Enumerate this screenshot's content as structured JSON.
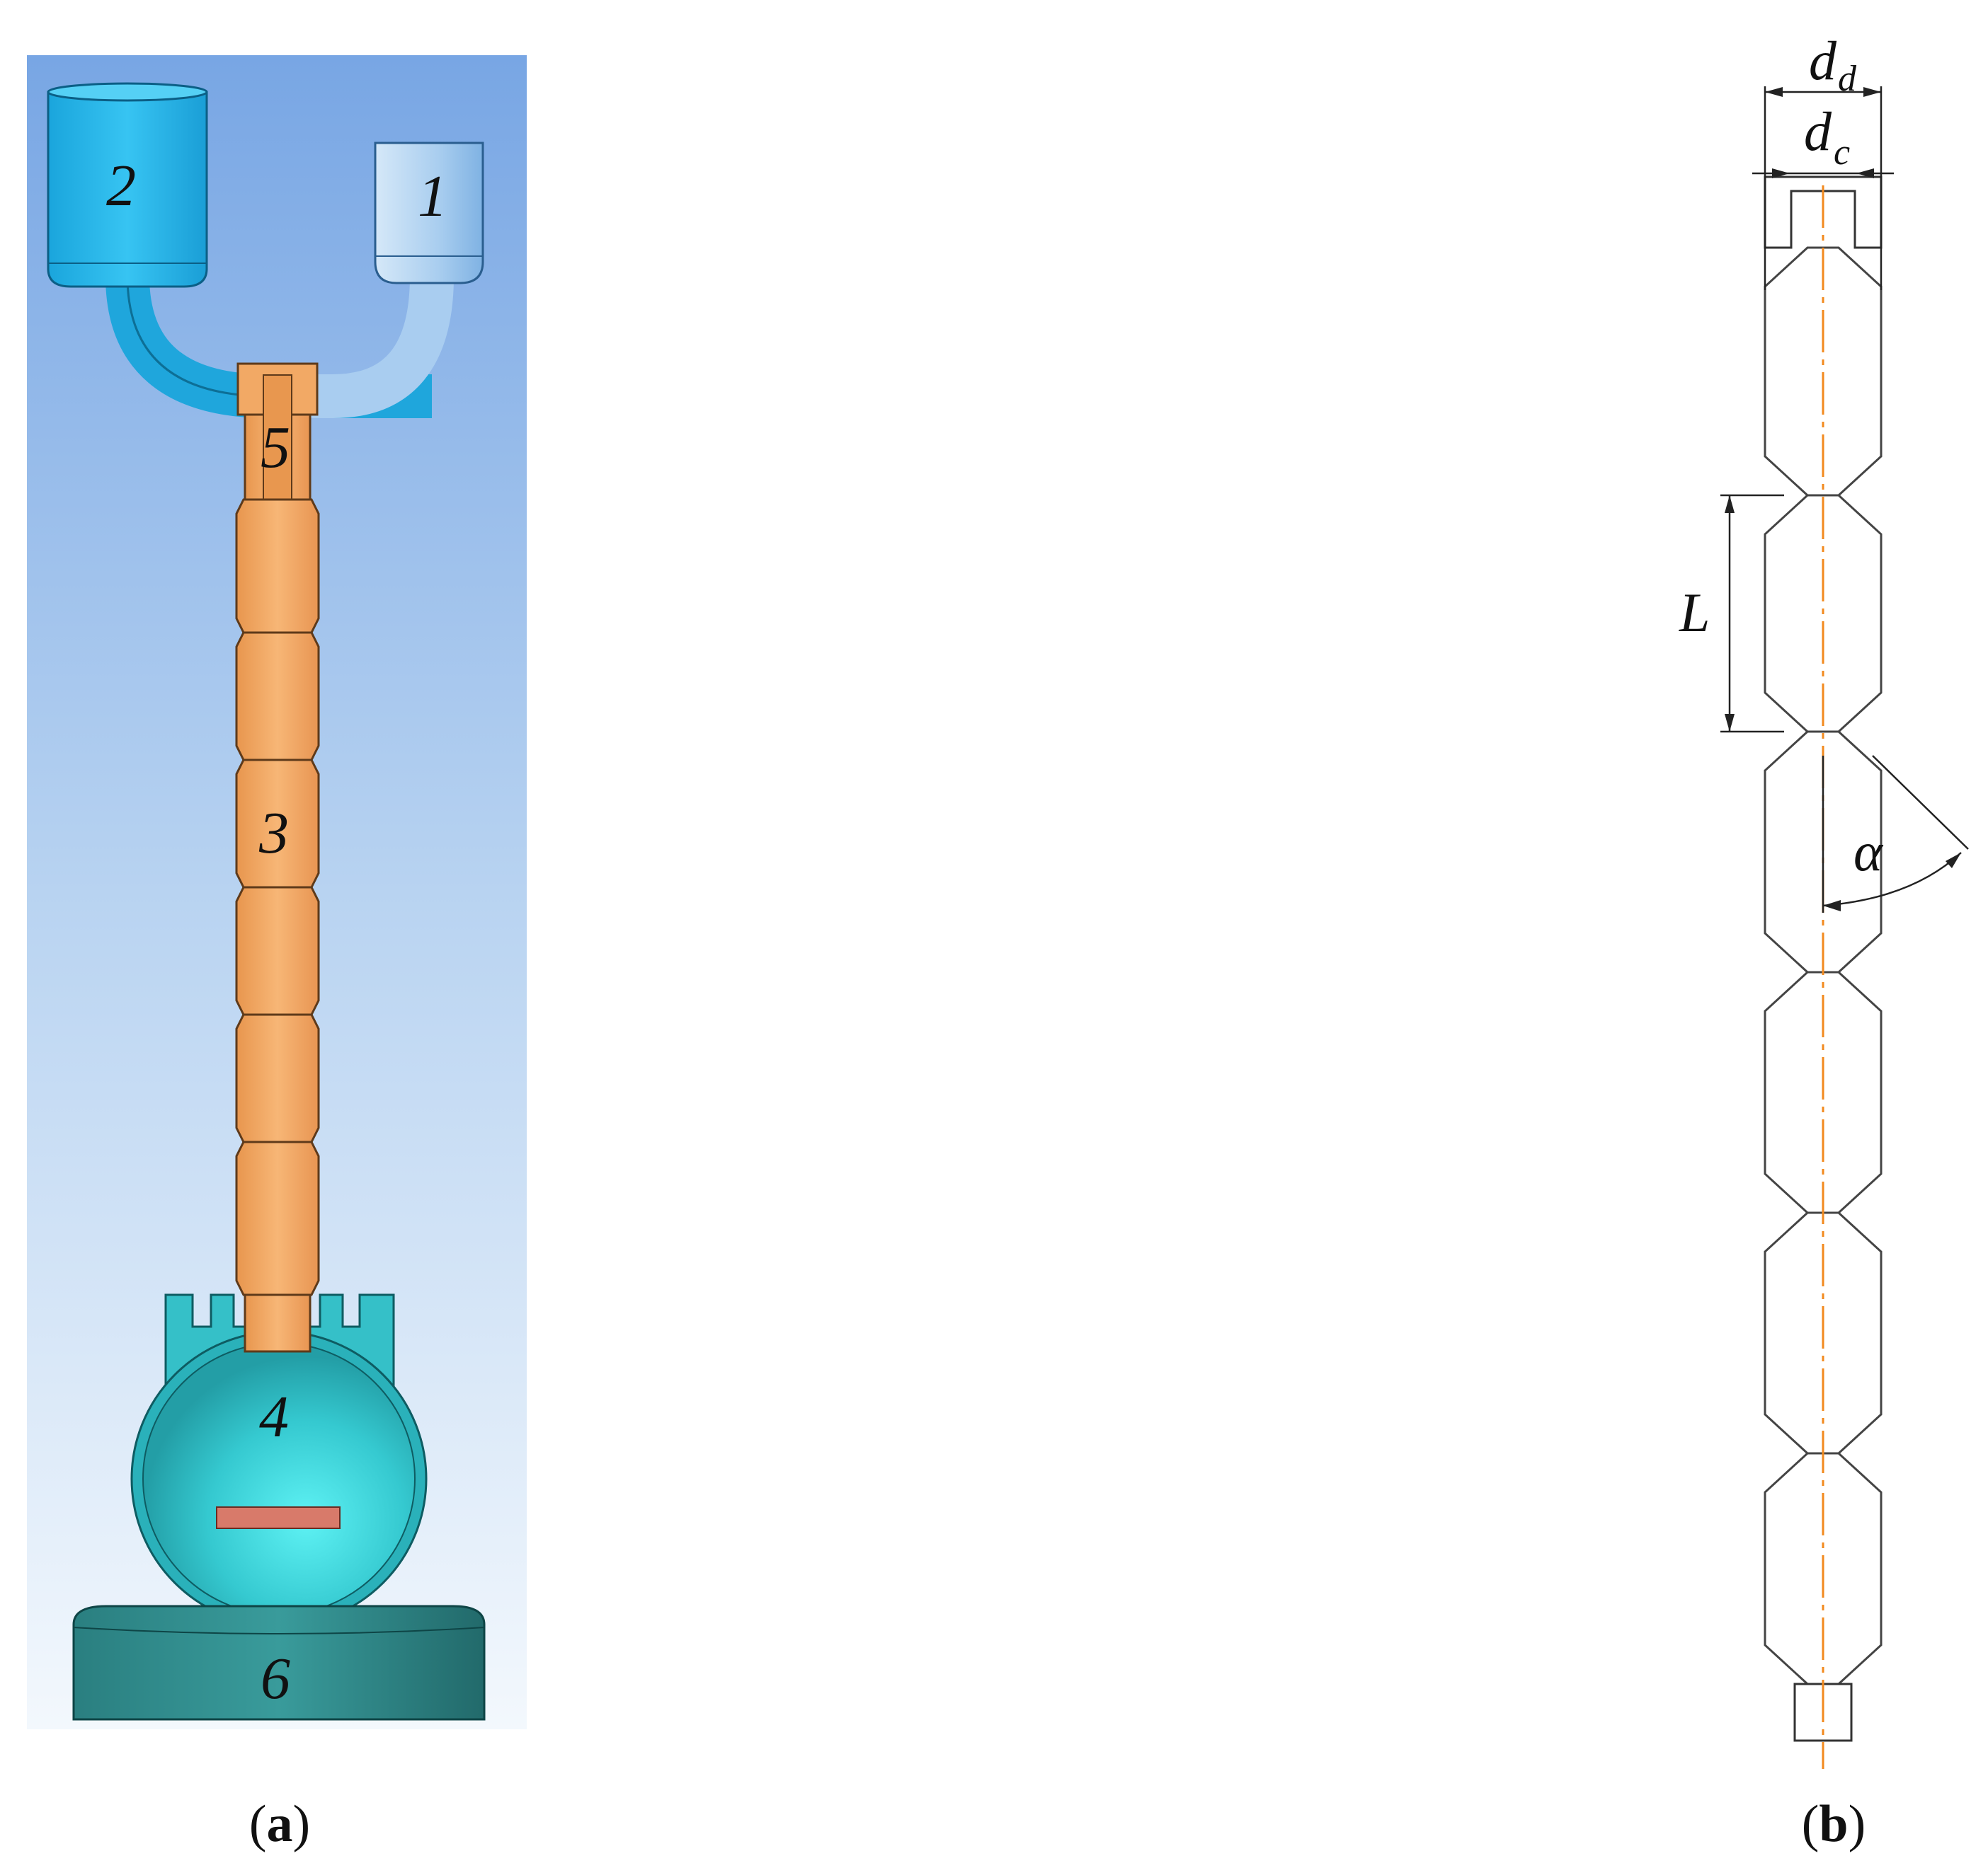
{
  "panel_a": {
    "labels": {
      "part1": "1",
      "part2": "2",
      "part3": "3",
      "part4": "4",
      "part5": "5",
      "part6": "6"
    },
    "caption": {
      "open": "(",
      "letter": "a",
      "close": ")"
    }
  },
  "panel_b": {
    "dims": {
      "dd_main": "d",
      "dd_sub": "d",
      "dc_main": "d",
      "dc_sub": "c",
      "L": "L",
      "alpha": "α"
    },
    "caption": {
      "open": "(",
      "letter": "b",
      "close": ")"
    }
  },
  "colors": {
    "background_top": "#7aa8e6",
    "background_bottom": "#f2f7fd",
    "cup_blue": "#29b8ea",
    "cup_light": "#a9d2f2",
    "column_orange": "#f2a965",
    "sphere_teal": "#3ccfd6",
    "base_teal": "#2f8e8e",
    "plate": "#d87a6a",
    "axis_orange": "#f28a1e"
  }
}
